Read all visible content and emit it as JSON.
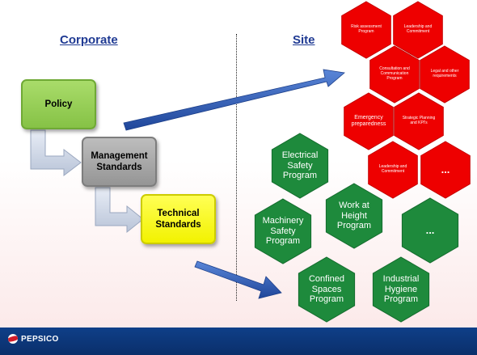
{
  "headings": {
    "corporate": "Corporate",
    "site": "Site"
  },
  "corporate_boxes": {
    "policy": "Policy",
    "management_standards": "Management Standards",
    "technical_standards": "Technical Standards"
  },
  "red_hexagons": [
    "Risk assessment Program",
    "Leadership and Commitment",
    "Consultation and Communication Program",
    "Legal and other requirements",
    "Emergency preparedness",
    "Strategic Planning and KPI's",
    "Leadership and Commitment",
    "..."
  ],
  "green_hexagons": [
    "Electrical Safety Program",
    "Work at Height Program",
    "...",
    "Machinery Safety Program",
    "Confined Spaces Program",
    "Industrial Hygiene Program"
  ],
  "footer": {
    "logo": "PEPSICO"
  },
  "colors": {
    "heading": "#1f3a93",
    "policy": "#92d050",
    "management": "#a6a6a6",
    "technical": "#ffff00",
    "red_hex": "#ee0000",
    "green_hex": "#1e8a3c",
    "arrow": "#2f5db5",
    "footer": "#0f3f88"
  }
}
